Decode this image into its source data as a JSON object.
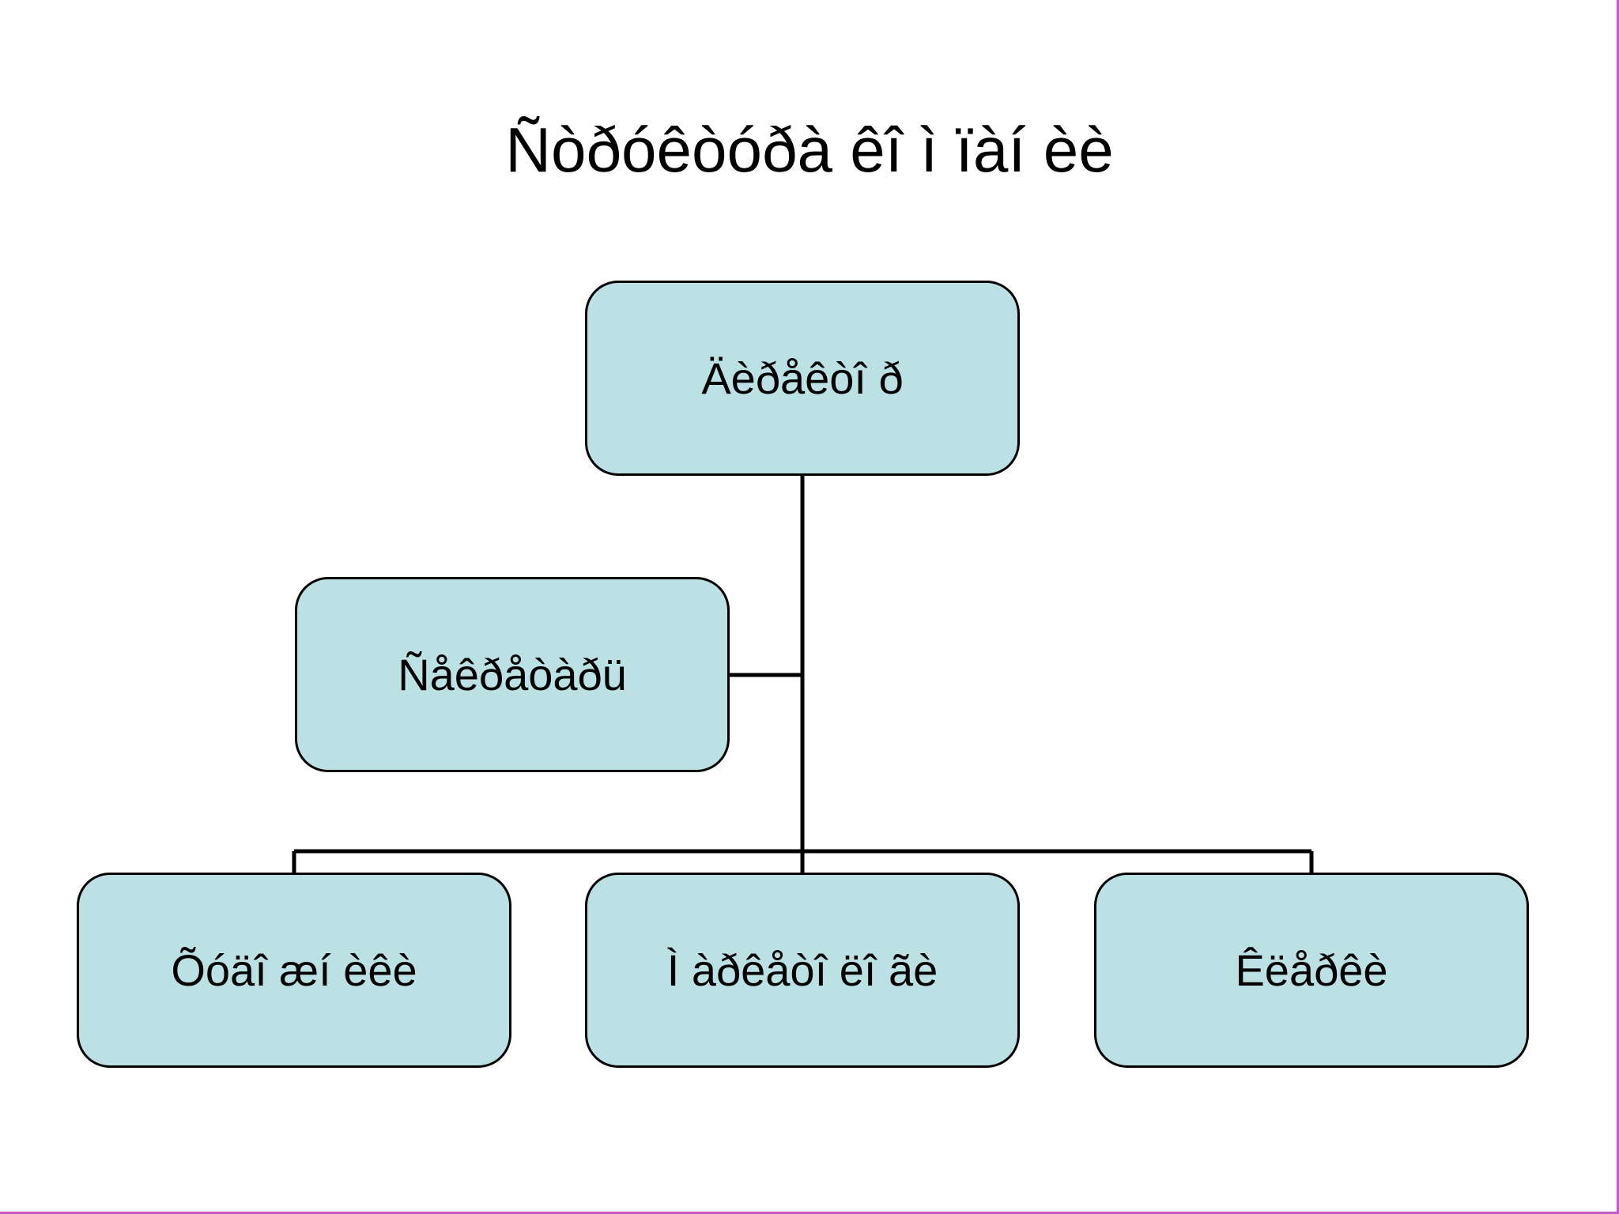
{
  "slide": {
    "title": "Ñòðóêòóðà êî ì ïàí èè"
  },
  "org_chart": {
    "root": {
      "label": "Äèðåêòî ð"
    },
    "assistant": {
      "label": "Ñåêðåòàðü"
    },
    "children": [
      {
        "label": "Õóäî æí èêè"
      },
      {
        "label": "Ì àðêåòî ëî ãè"
      },
      {
        "label": "Êëåðêè"
      }
    ]
  },
  "colors": {
    "node_fill": "#bce1e5",
    "node_border": "#000000",
    "connector": "#000000",
    "slide_border": "#c85ac8"
  }
}
